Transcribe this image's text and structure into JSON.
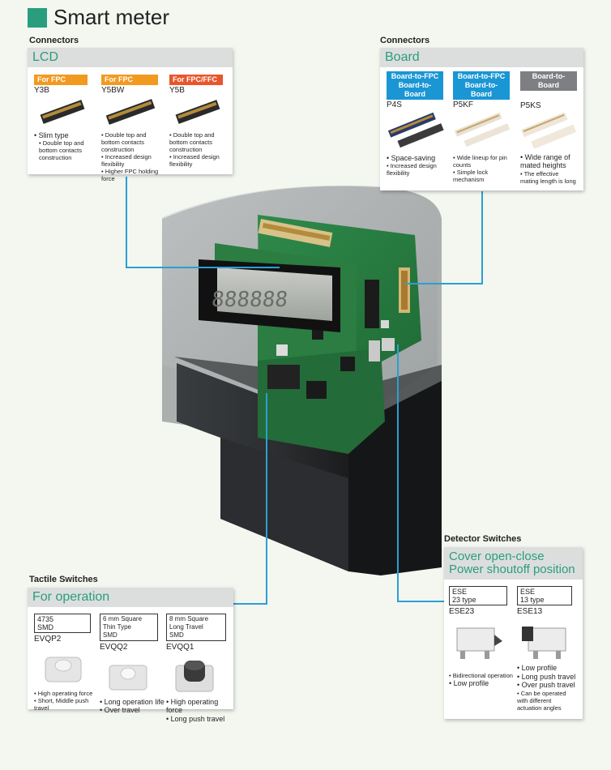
{
  "title": "Smart meter",
  "lcd": {
    "section": "Connectors",
    "header": "LCD",
    "items": [
      {
        "tag": "For FPC",
        "model": "Y3B",
        "notes": [
          "Slim type",
          "Double top and bottom contacts construction"
        ]
      },
      {
        "tag": "For FPC",
        "model": "Y5BW",
        "notes": [
          "Double top and bottom contacts construction",
          "Increased design flexibility",
          "Higher FPC holding force"
        ]
      },
      {
        "tag": "For FPC/FFC",
        "model": "Y5B",
        "notes": [
          "Double top and bottom contacts construction",
          "Increased design flexibility"
        ]
      }
    ]
  },
  "board": {
    "section": "Connectors",
    "header": "Board",
    "items": [
      {
        "tag": "Board-to-FPC\nBoard-to-Board",
        "model": "P4S",
        "notes": [
          "Space-saving",
          "Increased design flexibility"
        ]
      },
      {
        "tag": "Board-to-FPC\nBoard-to-Board",
        "model": "P5KF",
        "notes": [
          "Wide lineup for pin counts",
          "Simple lock mechanism"
        ]
      },
      {
        "tag": "Board-to-Board",
        "model": "P5KS",
        "notes": [
          "Wide range of mated heights",
          "The effective mating length is long"
        ]
      }
    ]
  },
  "tactile": {
    "section": "Tactile Switches",
    "header": "For operation",
    "items": [
      {
        "type": "4735\nSMD",
        "model": "EVQP2",
        "notes": [
          "High operating force",
          "Short, Middle push travel"
        ]
      },
      {
        "type": "6 mm Square Thin Type\nSMD",
        "model": "EVQQ2",
        "notes": [
          "Long operation life",
          "Over travel"
        ]
      },
      {
        "type": "8 mm Square Long Travel\nSMD",
        "model": "EVQQ1",
        "notes": [
          "High operating force",
          "Long push travel"
        ]
      }
    ]
  },
  "detector": {
    "section": "Detector Switches",
    "header": "Cover open-close\nPower shoutoff position",
    "items": [
      {
        "type": "ESE\n23 type",
        "model": "ESE23",
        "notes": [
          "Bidirectional operation",
          "Low profile"
        ]
      },
      {
        "type": "ESE\n13 type",
        "model": "ESE13",
        "notes": [
          "Low profile",
          "Long push travel",
          "Over push travel",
          "Can be operated with different actuation angles"
        ]
      }
    ]
  },
  "display": {
    "digits": "888888"
  },
  "colors": {
    "accent": "#2a9d7e",
    "leader": "#2a9fd6",
    "orange": "#f29a1f",
    "red": "#e9562b",
    "blue": "#1a96d4",
    "gray": "#7d7f82"
  }
}
